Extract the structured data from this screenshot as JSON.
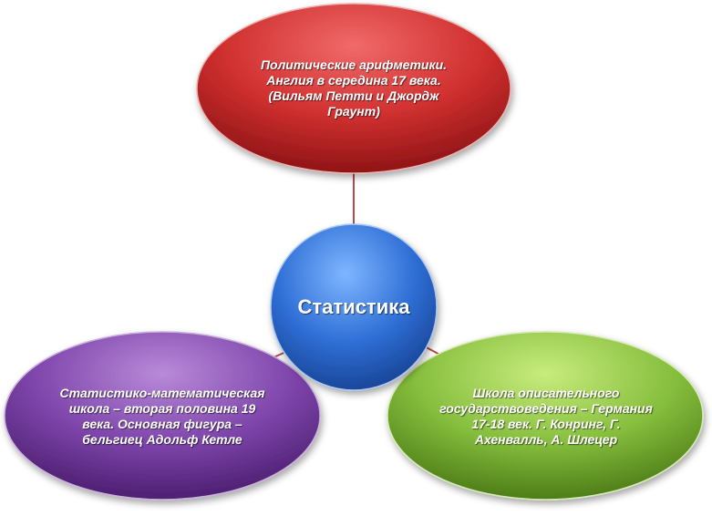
{
  "diagram": {
    "center": {
      "text": "Статистика",
      "color": "#2f6fd6"
    },
    "nodes": [
      {
        "key": "top",
        "text": "Политические арифметики.\nАнглия в середина 17 века.\n(Вильям Петти и Джордж\nГраунт)",
        "color": "#c8282b"
      },
      {
        "key": "left",
        "text": "Статистико-математическая\nшкола – вторая половина 19\nвека.  Основная фигура –\nбельгиец Адольф Кетле",
        "color": "#7b3fa6"
      },
      {
        "key": "right",
        "text": "Школа описательного\nгосударствоведения – Германия\n17-18 век. Г. Конринг, Г.\nАхенвалль, А. Шлецер",
        "color": "#7cb23a"
      }
    ],
    "connector_color": "#b84a48"
  }
}
